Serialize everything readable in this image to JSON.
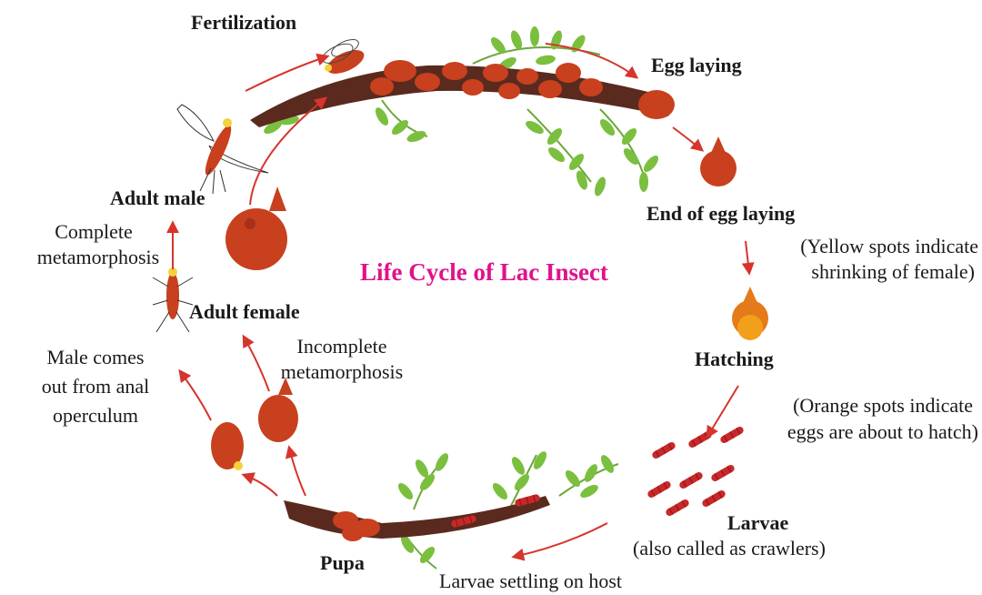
{
  "diagram": {
    "title": "Life Cycle of Lac Insect",
    "colors": {
      "title": "#e0128c",
      "arrow": "#d6342c",
      "insect": "#c8401e",
      "branch": "#5a2a1e",
      "leaf": "#7bbf3f",
      "hatching_spot": "#f2a019",
      "yellow_spot": "#f3d23a"
    },
    "stages": {
      "fertilization": "Fertilization",
      "egg_laying": "Egg laying",
      "end_egg_laying": "End of egg laying",
      "end_egg_laying_note_1": "(Yellow spots indicate",
      "end_egg_laying_note_2": "shrinking of female)",
      "hatching": "Hatching",
      "hatching_note_1": "(Orange spots indicate",
      "hatching_note_2": "eggs are about to hatch)",
      "larvae": "Larvae",
      "larvae_note": "(also called as crawlers)",
      "larvae_settling": "Larvae settling on host",
      "pupa": "Pupa",
      "male_out_1": "Male comes",
      "male_out_2": "out from anal",
      "male_out_3": "operculum",
      "incomplete_1": "Incomplete",
      "incomplete_2": "metamorphosis",
      "adult_female": "Adult female",
      "complete_1": "Complete",
      "complete_2": "metamorphosis",
      "adult_male": "Adult male"
    },
    "icons": [
      "winged-male-insect-icon",
      "female-lac-insect-icon",
      "wingless-male-icon",
      "larva-crawler-icon",
      "leaf-sprig-icon",
      "host-branch-icon"
    ]
  }
}
